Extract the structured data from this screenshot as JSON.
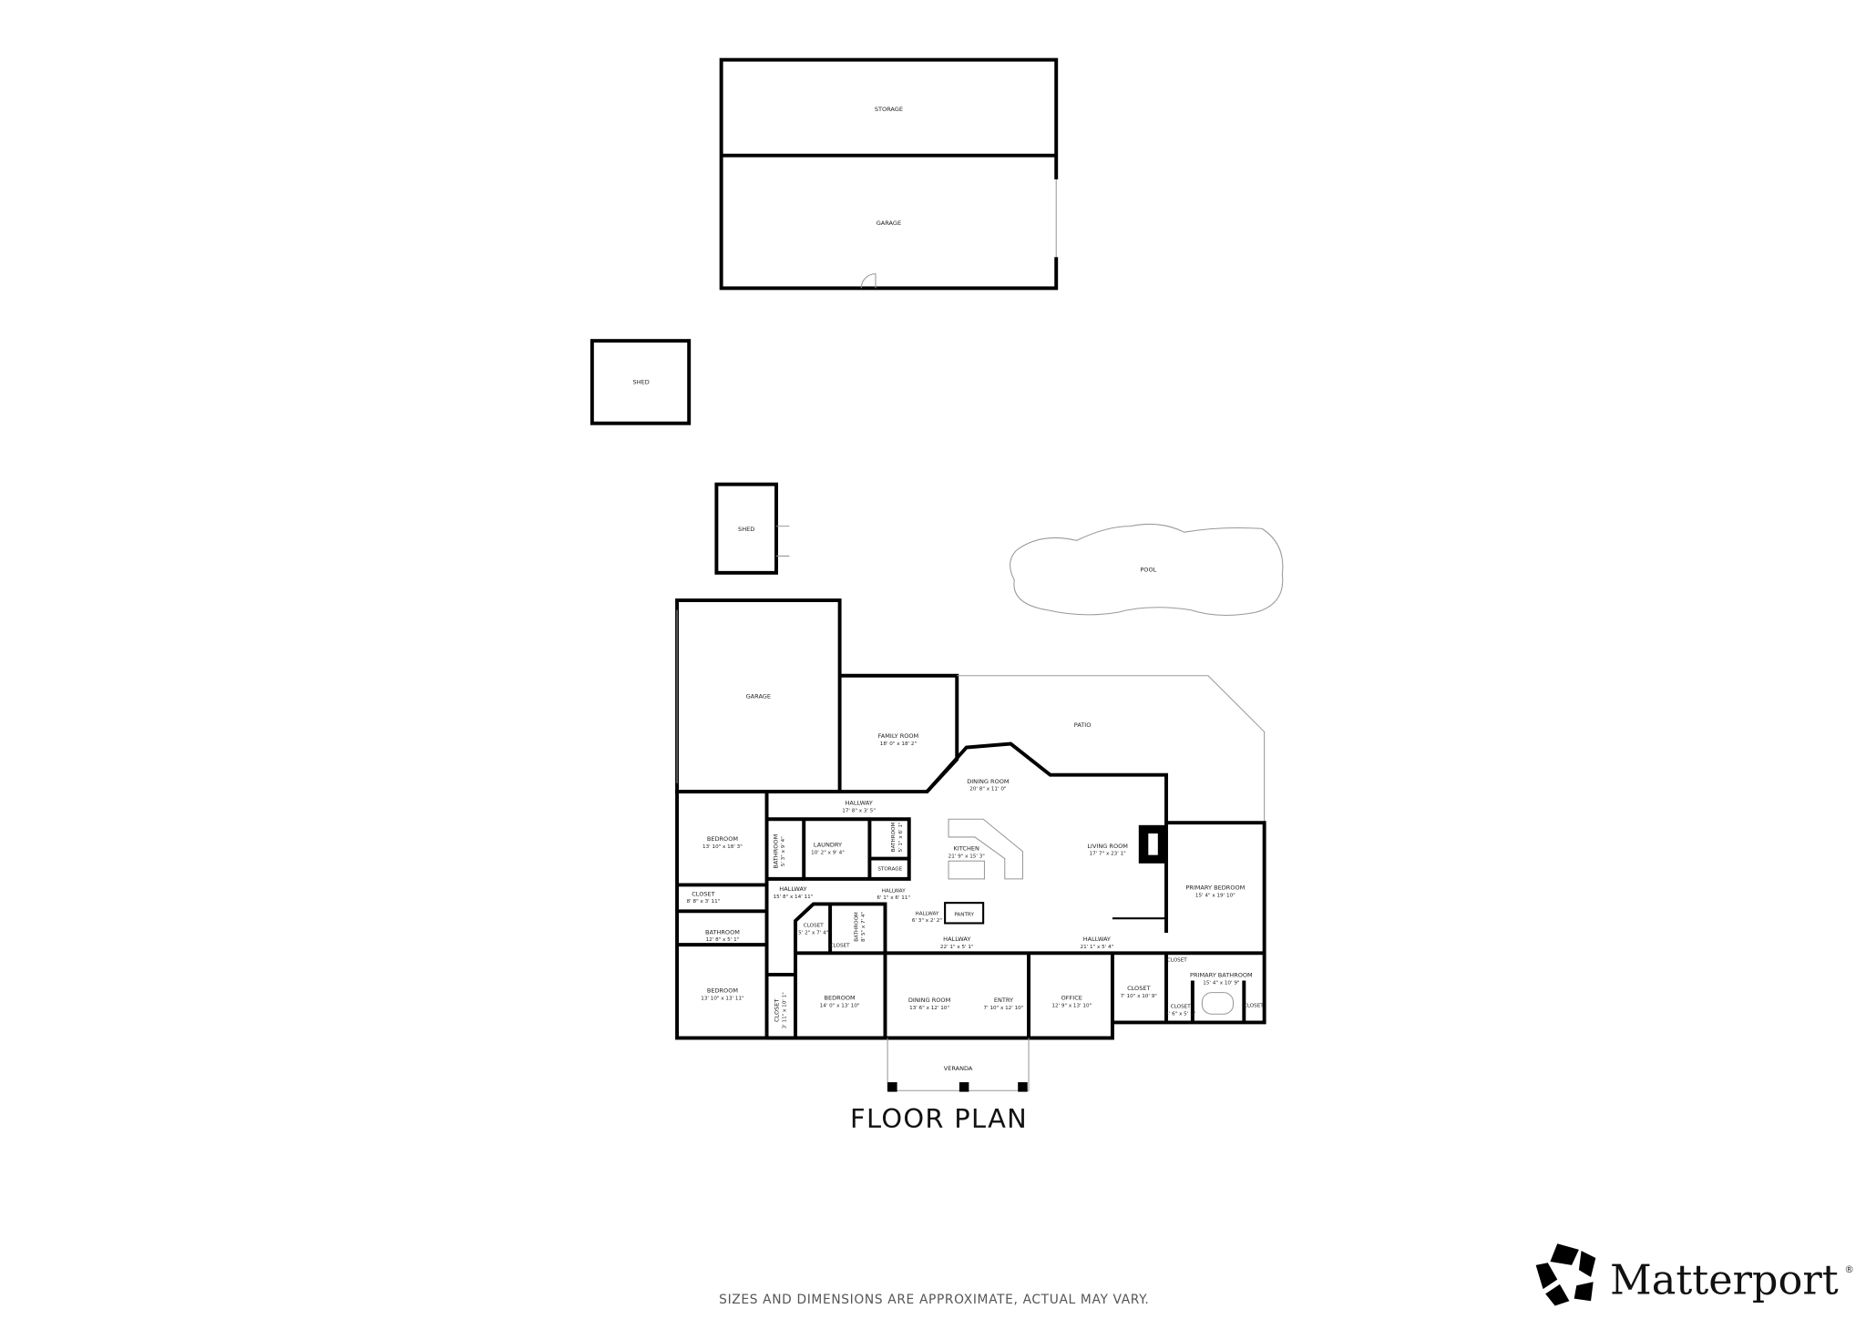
{
  "title": "FLOOR PLAN",
  "disclaimer": "SIZES AND DIMENSIONS ARE APPROXIMATE, ACTUAL MAY VARY.",
  "brand": {
    "name": "Matterport",
    "registered": "®",
    "logo_icon": "matterport-pentagon-logo"
  },
  "colors": {
    "walls": "#000000",
    "background": "#ffffff",
    "outline": "#999999"
  },
  "rooms": [
    {
      "name": "STORAGE",
      "dims": ""
    },
    {
      "name": "GARAGE",
      "dims": ""
    },
    {
      "name": "SHED",
      "dims": ""
    },
    {
      "name": "SHED",
      "dims": ""
    },
    {
      "name": "POOL",
      "dims": ""
    },
    {
      "name": "GARAGE",
      "dims": ""
    },
    {
      "name": "FAMILY ROOM",
      "dims": "18' 0\" x 18' 2\""
    },
    {
      "name": "PATIO",
      "dims": ""
    },
    {
      "name": "DINING ROOM",
      "dims": "20' 8\" x 11' 0\""
    },
    {
      "name": "HALLWAY",
      "dims": "17' 8\" x 3' 5\""
    },
    {
      "name": "BEDROOM",
      "dims": "13' 10\" x 18' 3\""
    },
    {
      "name": "BATHROOM",
      "dims": "5' 3\" x 9' 4\""
    },
    {
      "name": "LAUNDRY",
      "dims": "10' 2\" x 9' 4\""
    },
    {
      "name": "BATHROOM",
      "dims": "5' 1\" x 6' 1\""
    },
    {
      "name": "STORAGE",
      "dims": ""
    },
    {
      "name": "KITCHEN",
      "dims": "21' 9\" x 15' 3\""
    },
    {
      "name": "LIVING ROOM",
      "dims": "17' 7\" x 23' 1\""
    },
    {
      "name": "PRIMARY BEDROOM",
      "dims": "15' 4\" x 19' 10\""
    },
    {
      "name": "CLOSET",
      "dims": "8' 8\" x 3' 11\""
    },
    {
      "name": "HALLWAY",
      "dims": "15' 8\" x 14' 11\""
    },
    {
      "name": "HALLWAY",
      "dims": "6' 1\" x 6' 11\""
    },
    {
      "name": "HALLWAY",
      "dims": "6' 3\" x 2' 2\""
    },
    {
      "name": "PANTRY",
      "dims": ""
    },
    {
      "name": "BATHROOM",
      "dims": "12' 8\" x 5' 1\""
    },
    {
      "name": "CLOSET",
      "dims": "5' 2\" x 7' 4\""
    },
    {
      "name": "BATHROOM",
      "dims": "8' 5\" x 7' 4\""
    },
    {
      "name": "CLOSET",
      "dims": ""
    },
    {
      "name": "HALLWAY",
      "dims": "22' 1\" x 5' 1\""
    },
    {
      "name": "HALLWAY",
      "dims": "21' 1\" x 5' 4\""
    },
    {
      "name": "CLOSET",
      "dims": ""
    },
    {
      "name": "PRIMARY BATHROOM",
      "dims": "15' 4\" x 10' 9\""
    },
    {
      "name": "BEDROOM",
      "dims": "13' 10\" x 13' 11\""
    },
    {
      "name": "CLOSET",
      "dims": "3' 11\" x 10' 1\""
    },
    {
      "name": "BEDROOM",
      "dims": "14' 0\" x 13' 10\""
    },
    {
      "name": "DINING ROOM",
      "dims": "13' 6\" x 12' 10\""
    },
    {
      "name": "ENTRY",
      "dims": "7' 10\" x 12' 10\""
    },
    {
      "name": "OFFICE",
      "dims": "12' 9\" x 13' 10\""
    },
    {
      "name": "CLOSET",
      "dims": "7' 10\" x 10' 9\""
    },
    {
      "name": "CLOSET",
      "dims": "4' 6\" x 5' 1\""
    },
    {
      "name": "CLOSET",
      "dims": ""
    },
    {
      "name": "VERANDA",
      "dims": ""
    }
  ]
}
